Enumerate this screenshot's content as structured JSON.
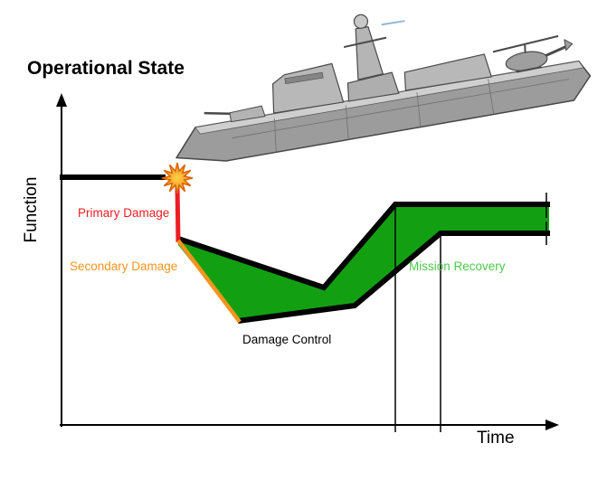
{
  "title": "Operational State",
  "axes": {
    "y": "Function",
    "x": "Time"
  },
  "labels": {
    "primary": "Primary Damage",
    "secondary": "Secondary Damage",
    "control": "Damage Control",
    "recovery": "Mission Recovery"
  },
  "colors": {
    "primary": "#ed1c24",
    "secondary": "#f7941d",
    "band": "#12a012",
    "recovery_text": "#4cc94c",
    "curve": "#000000",
    "explosion_outer": "#f7941d",
    "explosion_stroke": "#d96405",
    "ship_hull": "#9c9c9c",
    "ship_upper": "#b8b8b8"
  },
  "icons": {
    "explosion": "explosion-star-burst",
    "ship": "warship-side-illustration"
  }
}
